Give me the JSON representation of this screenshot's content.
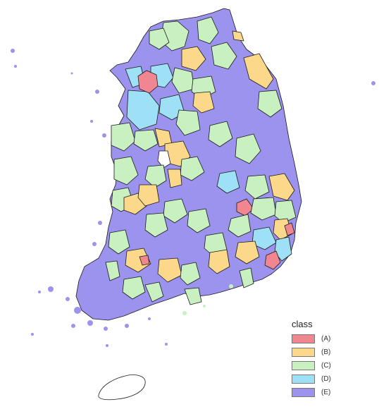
{
  "legend": {
    "title": "class",
    "items": [
      {
        "label": "(A)",
        "color": "#f08790"
      },
      {
        "label": "(B)",
        "color": "#fcd98a"
      },
      {
        "label": "(C)",
        "color": "#c8f0c0"
      },
      {
        "label": "(D)",
        "color": "#9ee0f5"
      },
      {
        "label": "(E)",
        "color": "#9c93ee"
      }
    ]
  },
  "colors": {
    "outline": "#1a1a1a",
    "background": "#ffffff"
  }
}
